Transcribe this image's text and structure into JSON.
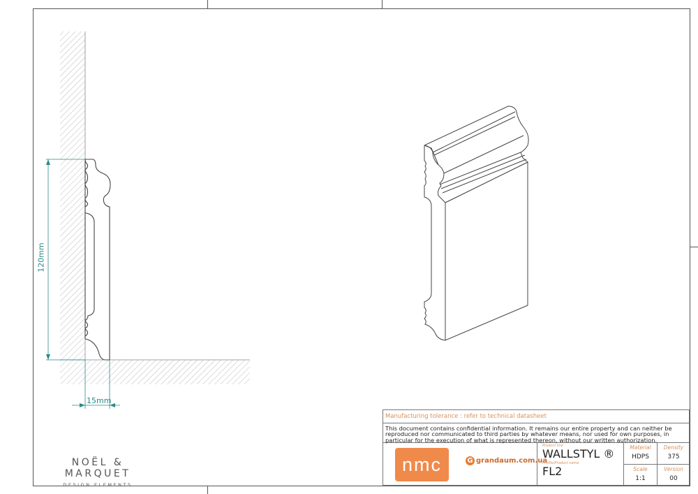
{
  "drawing": {
    "height_dimension": "120mm",
    "depth_dimension": "15mm",
    "dimension_color": "#2a8a8a"
  },
  "brand": {
    "name": "NOËL & MARQUET",
    "tagline": "DESIGN ELEMENTS"
  },
  "title_block": {
    "tolerance_note": "Manufacturing tolerance : refer to technical datasheet",
    "confidential_note": "This document contains confidential information. It remains our entire property and can neither be reproduced nor communicated to third parties by whatever means, nor used for own purposes, in particular for the execution of what is represented thereon, without our written authorization.",
    "nmc_logo": "nmc",
    "nmc_color": "#f08a4b",
    "dealer_icon": "G",
    "dealer": "grandaum.com.ua",
    "product_line_label": "Product line",
    "product_line": "WALLSTYL ®",
    "product_name_label": "Profile/Product name",
    "product_name": "FL2",
    "material_label": "Material",
    "material": "HDPS",
    "density_label": "Density",
    "density": "375",
    "scale_label": "Scale",
    "scale": "1:1",
    "version_label": "Version",
    "version": "00"
  }
}
